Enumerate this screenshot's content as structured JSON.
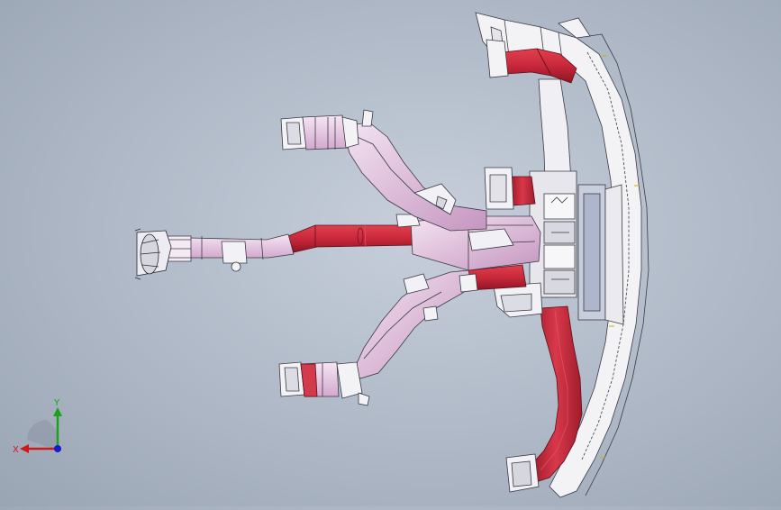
{
  "viewport": {
    "background_top": "#c9d1dc",
    "background_bottom": "#9aa5b4",
    "model": {
      "name": "hvac-duct-assembly",
      "colors": {
        "duct_red": "#c8283a",
        "duct_red_dark": "#8e1524",
        "duct_pink": "#e9c8e6",
        "duct_pink_dark": "#b98ab4",
        "part_white": "#f3f3f6",
        "edge": "#3a3a44"
      }
    }
  },
  "triad": {
    "x_label": "X",
    "y_label": "Y",
    "x_color": "#d01818",
    "y_color": "#19a319",
    "z_color": "#1a1acc"
  }
}
